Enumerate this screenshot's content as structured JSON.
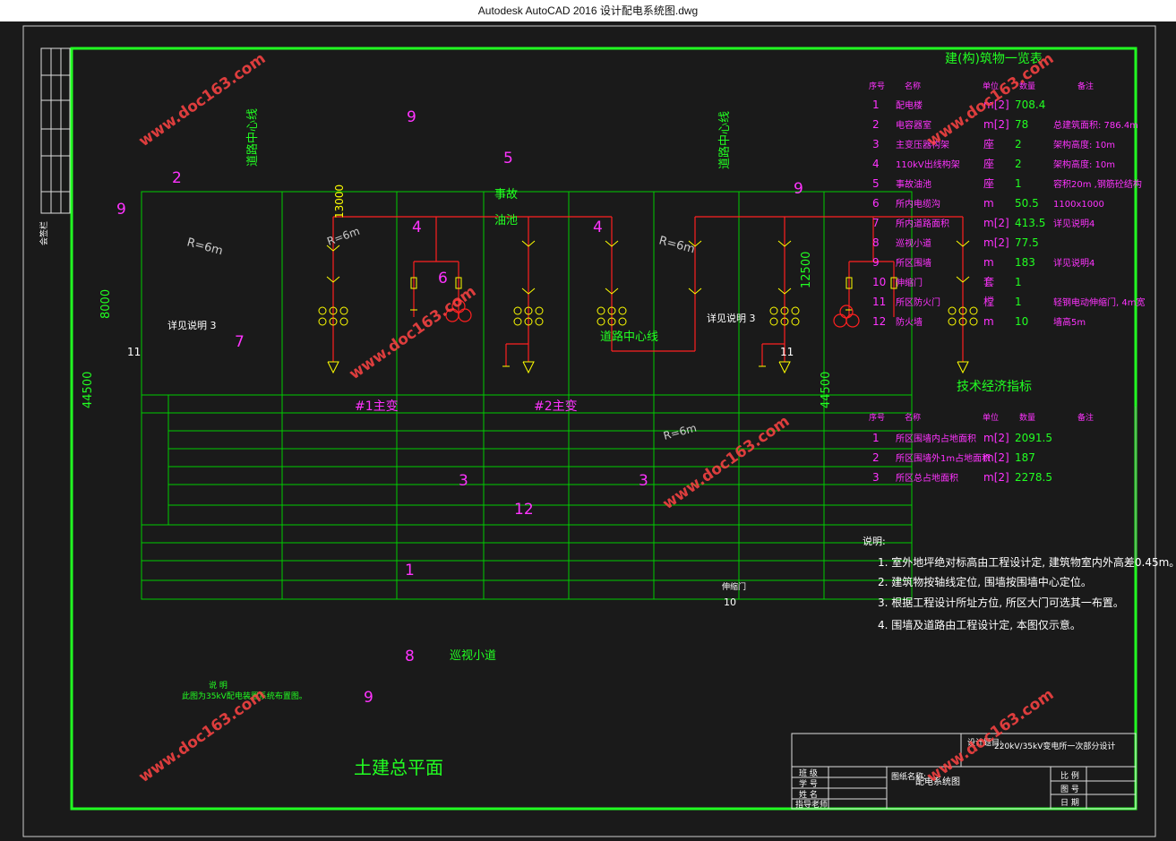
{
  "window": {
    "title": "Autodesk AutoCAD 2016      设计配电系统图.dwg"
  },
  "colors": {
    "frame": "#00ff00",
    "line": "#00cc00",
    "magenta": "#ff33ff",
    "red": "#ff2020",
    "yellow": "#ffff00",
    "white": "#ffffff",
    "cyan": "#40ff40",
    "watermark": "#ff4444"
  },
  "watermark": "www.doc163.com",
  "left_strip": {
    "label": "会签栏"
  },
  "plan": {
    "title": "土建总平面",
    "road_center_1": "道路中心线",
    "road_center_2": "道路中心线",
    "road_center_3": "道路中心线",
    "accident_pool_1": "事故",
    "accident_pool_2": "油池",
    "patrol_path": "巡视小道",
    "see_note_1": "详见说明 3",
    "see_note_2": "详见说明 3",
    "transformer_1": "#1主变",
    "transformer_2": "#2主变",
    "radius_1": "R=6m",
    "radius_2": "R=6m",
    "radius_3": "R=6m",
    "radius_4": "R=6m",
    "dim_13000": "13000",
    "dim_8000": "8000",
    "dim_44500_left": "44500",
    "dim_44500_right": "44500",
    "dim_12500": "12500",
    "num_2": "2",
    "num_5": "5",
    "num_9a": "9",
    "num_9b": "9",
    "num_9c": "9",
    "num_9d": "9",
    "num_4a": "4",
    "num_4b": "4",
    "num_6": "6",
    "num_7": "7",
    "num_11a": "11",
    "num_11b": "11",
    "num_3a": "3",
    "num_3b": "3",
    "num_12": "12",
    "num_1": "1",
    "num_8": "8",
    "num_10": "10",
    "gate_label": "伸缩门",
    "note_title": "说   明",
    "note_text": "此图为35kV配电装置系统布置图。"
  },
  "buildings_table": {
    "title": "建(构)筑物一览表",
    "headers": [
      "序号",
      "名称",
      "单位",
      "数量",
      "备注"
    ],
    "rows": [
      [
        "1",
        "配电楼",
        "m[2]",
        "708.4",
        ""
      ],
      [
        "2",
        "电容器室",
        "m[2]",
        "78",
        "总建筑面积: 786.4m"
      ],
      [
        "3",
        "主变压器构架",
        "座",
        "2",
        "架构高度: 10m"
      ],
      [
        "4",
        "110kV出线构架",
        "座",
        "2",
        "架构高度: 10m"
      ],
      [
        "5",
        "事故油池",
        "座",
        "1",
        "容积20m ,钢筋砼结构"
      ],
      [
        "6",
        "所内电缆沟",
        "m",
        "50.5",
        "1100x1000"
      ],
      [
        "7",
        "所内道路面积",
        "m[2]",
        "413.5",
        "详见说明4"
      ],
      [
        "8",
        "巡视小道",
        "m[2]",
        "77.5",
        ""
      ],
      [
        "9",
        "所区围墙",
        "m",
        "183",
        "详见说明4"
      ],
      [
        "10",
        "伸缩门",
        "套",
        "1",
        ""
      ],
      [
        "11",
        "所区防火门",
        "樘",
        "1",
        "轻钢电动伸缩门, 4m宽"
      ],
      [
        "12",
        "防火墙",
        "m",
        "10",
        "墙高5m"
      ]
    ]
  },
  "tech_table": {
    "title": "技术经济指标",
    "headers": [
      "序号",
      "名称",
      "单位",
      "数量",
      "备注"
    ],
    "rows": [
      [
        "1",
        "所区围墙内占地面积",
        "m[2]",
        "2091.5",
        ""
      ],
      [
        "2",
        "所区围墙外1m占地面积",
        "m[2]",
        "187",
        ""
      ],
      [
        "3",
        "所区总占地面积",
        "m[2]",
        "2278.5",
        ""
      ]
    ]
  },
  "notes": {
    "title": "说明:",
    "items": [
      "1.    室外地坪绝对标高由工程设计定, 建筑物室内外高差0.45m。",
      "2.    建筑物按轴线定位, 围墙按围墙中心定位。",
      "3.    根据工程设计所址方位, 所区大门可选其一布置。",
      "4.    围墙及道路由工程设计定, 本图仅示意。"
    ]
  },
  "title_block": {
    "project_label": "设计题目:",
    "project_name": "220kV/35kV变电所一次部分设计",
    "drawing_label": "图纸名称:",
    "drawing_name": "配电系统图",
    "left_labels": [
      "班 级",
      "学 号",
      "姓 名",
      "指导老师"
    ],
    "right_labels": [
      "比 例",
      "图 号",
      "日 期"
    ]
  }
}
